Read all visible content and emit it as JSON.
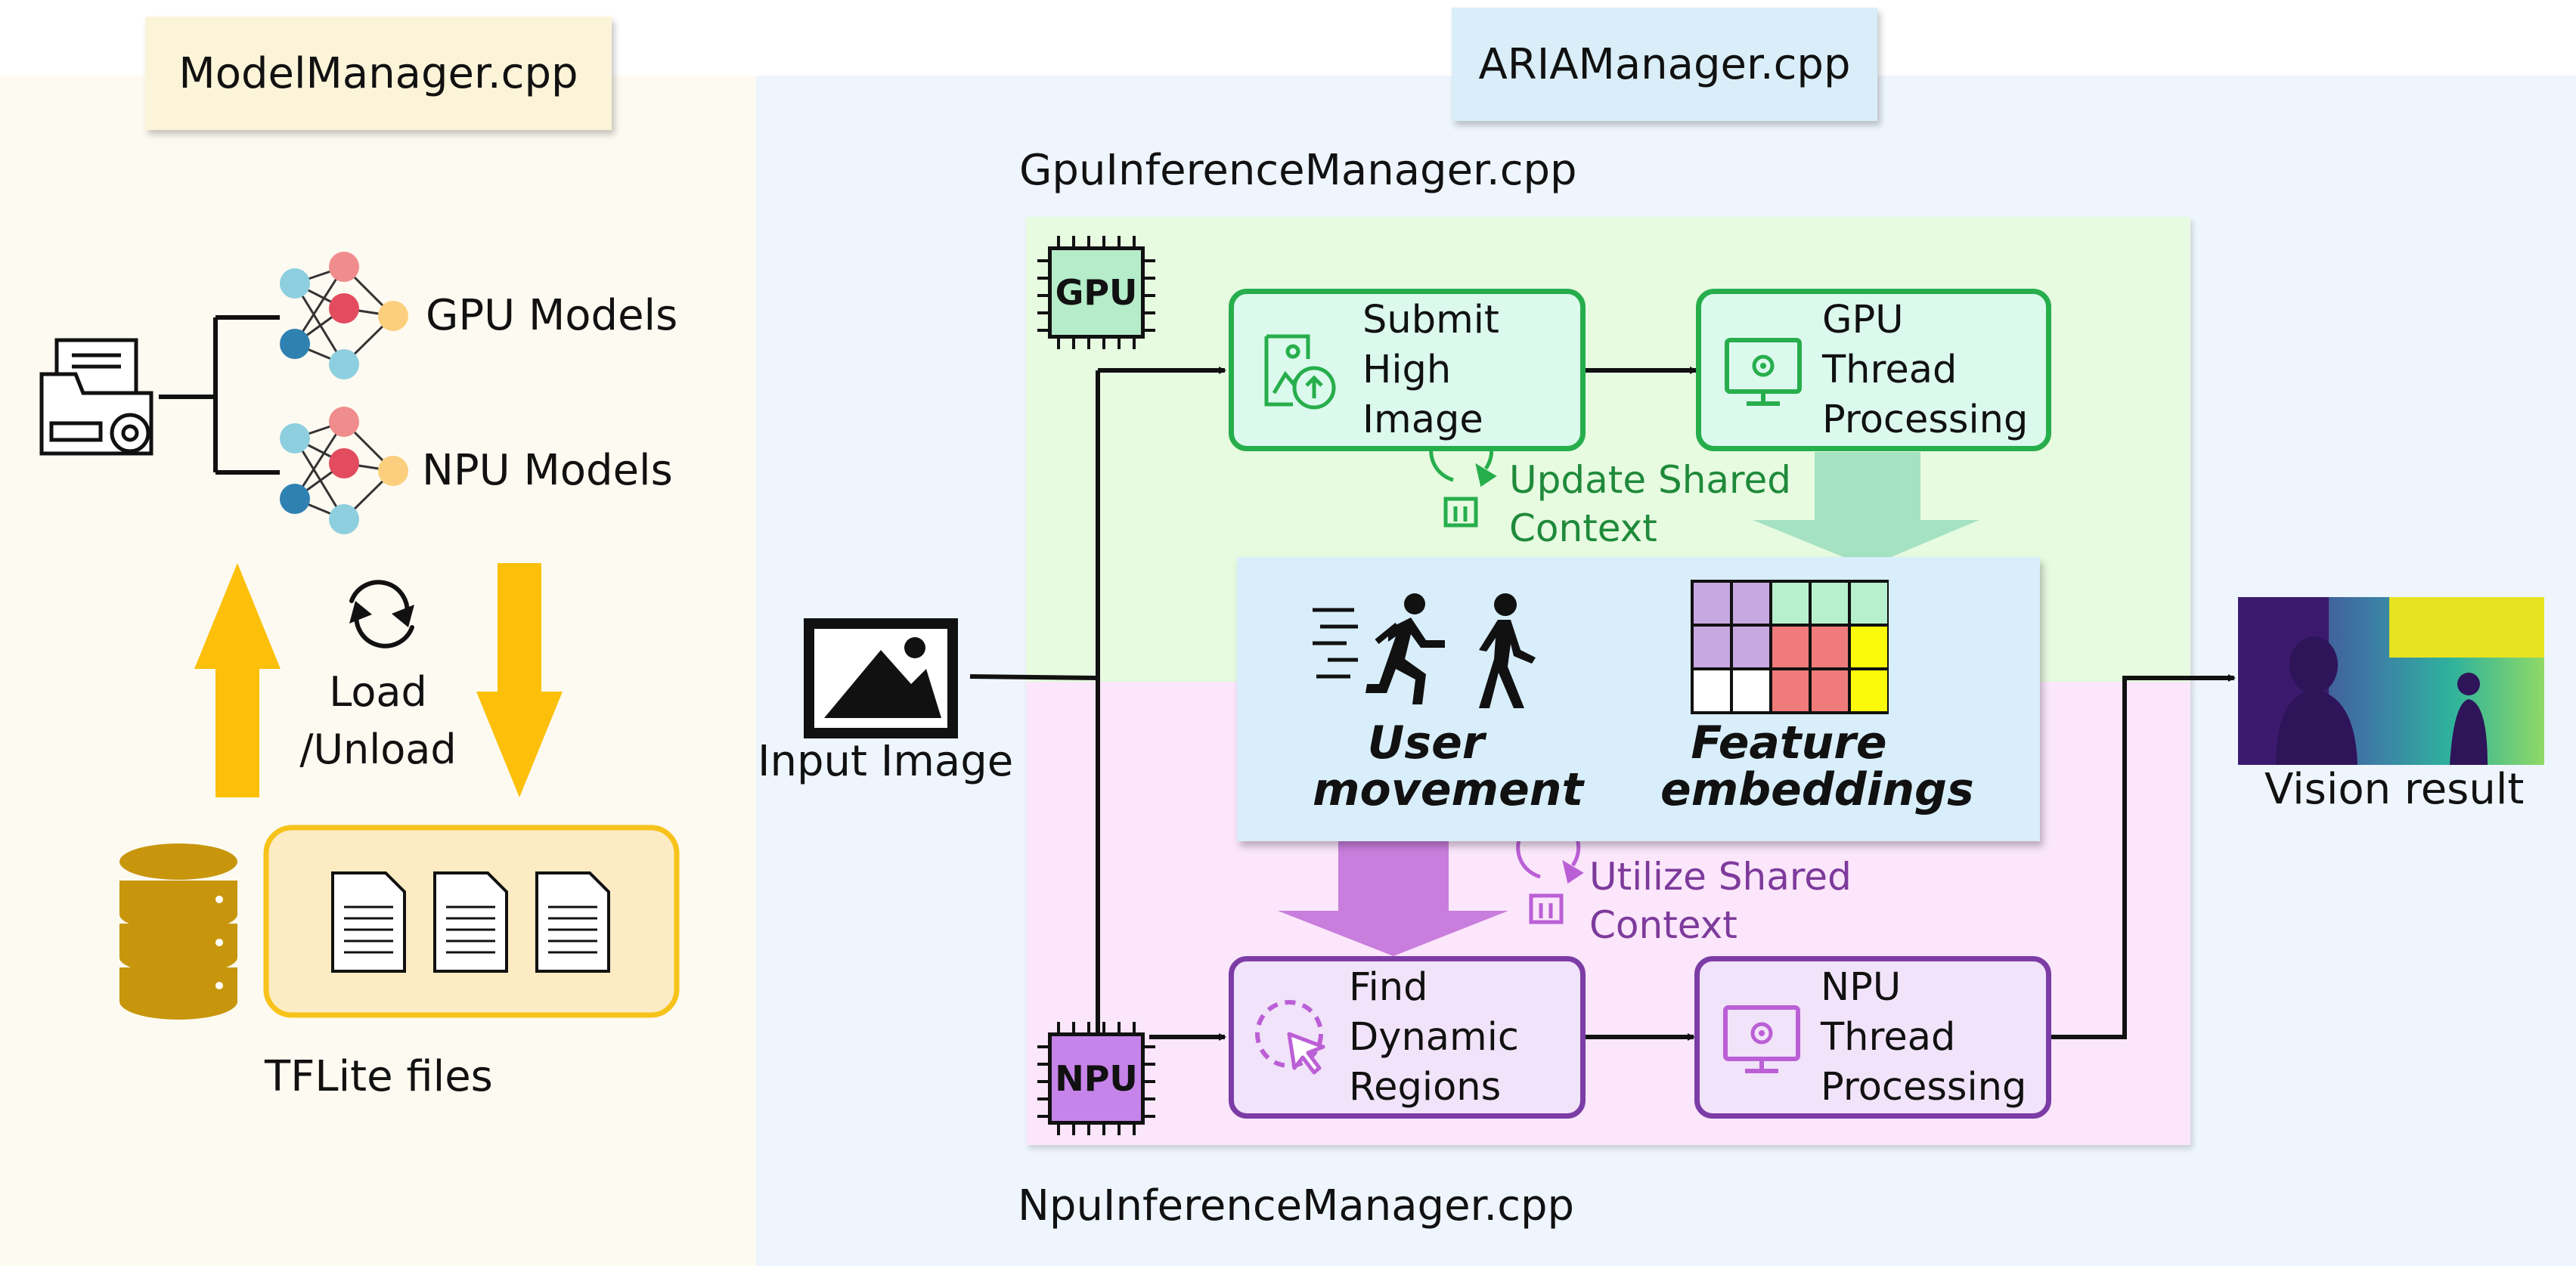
{
  "model_manager": {
    "title": "ModelManager.cpp",
    "gpu_models_label": "GPU Models",
    "npu_models_label": "NPU Models",
    "load_unload_label": "Load\n/Unload",
    "tflite_label": "TFLite files"
  },
  "aria_manager": {
    "title": "ARIAManager.cpp",
    "gpu_manager_label": "GpuInferenceManager.cpp",
    "npu_manager_label": "NpuInferenceManager.cpp",
    "gpu_chip_label": "GPU",
    "npu_chip_label": "NPU",
    "input_image_label": "Input Image",
    "vision_result_label": "Vision result",
    "submit_box": "Submit\nHigh Image",
    "gpu_thread_box": "GPU Thread\nProcessing",
    "find_regions_box": "Find Dynamic\nRegions",
    "npu_thread_box": "NPU Thread\nProcessing",
    "update_context_label": "Update Shared\nContext",
    "utilize_context_label": "Utilize Shared\nContext",
    "user_movement_label": "User\nmovement",
    "feature_embeddings_label": "Feature\nembeddings"
  },
  "colors": {
    "model_panel_bg": "#fdfaf1",
    "aria_panel_bg": "#eef5fd",
    "model_title_bg": "#fcf4d9",
    "aria_title_bg": "#d9eef8",
    "gpu_region_bg": "#e7fbe1",
    "npu_region_bg": "#fbe6fb",
    "shared_context_bg": "#d8eefa",
    "gpu_accent": "#27ae4c",
    "npu_accent": "#7c3ca6",
    "gpu_text": "#1f8a3a",
    "npu_text": "#7d3a9b",
    "yellow_arrow": "#fcc00a",
    "tflite_box_fill": "#fdebc4",
    "tflite_box_border": "#f7c31b",
    "database": "#c7960c",
    "gpu_chip_fill": "#b5ecc9",
    "npu_chip_fill": "#c684ea"
  },
  "feature_grid_colors": [
    [
      "#c8a8e0",
      "#c8a8e0",
      "#b6f0cd",
      "#b6f0cd",
      "#b6f0cd"
    ],
    [
      "#c8a8e0",
      "#c8a8e0",
      "#ef7b7b",
      "#ef7b7b",
      "#fafa0a"
    ],
    [
      "#ffffff",
      "#ffffff",
      "#ef7b7b",
      "#ef7b7b",
      "#fafa0a"
    ]
  ]
}
